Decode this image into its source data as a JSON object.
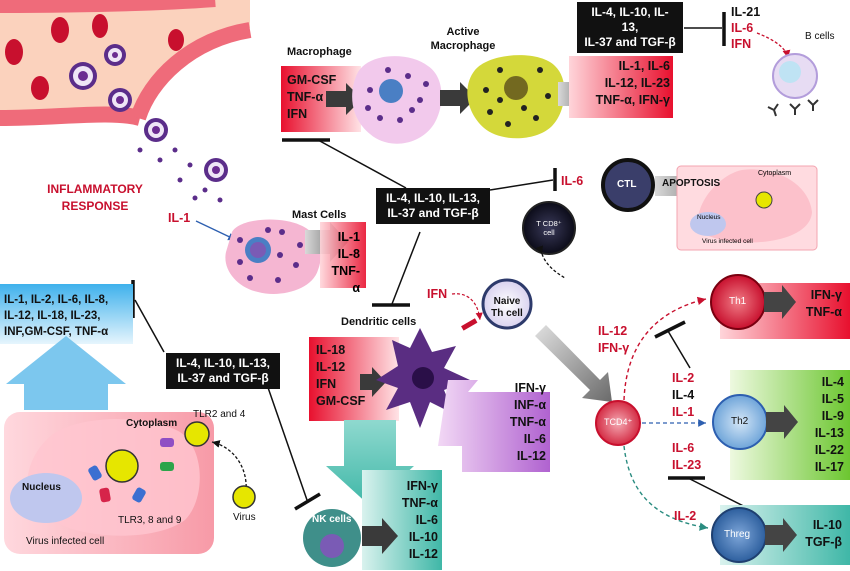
{
  "texts": {
    "inflammatory_1": "INFLAMMATORY",
    "inflammatory_2": "RESPONSE",
    "il1": "IL-1",
    "mast_cells": "Mast Cells",
    "mast_out": [
      "IL-1",
      "IL-8",
      "TNF-α"
    ],
    "macrophage": "Macrophage",
    "macrophage_in": [
      "GM-CSF",
      "TNF-α",
      "IFN"
    ],
    "active_macrophage_1": "Active",
    "active_macrophage_2": "Macrophage",
    "active_out": [
      "IL-1, IL-6",
      "IL-12, IL-23",
      "TNF-α, IFN-γ"
    ],
    "top_inhib": [
      "IL-4, IL-10, IL-13,",
      "IL-37 and TGF-β"
    ],
    "bcell_list": [
      "IL-21",
      "IL-6",
      "IFN"
    ],
    "b_cells": "B cells",
    "mid_inhib": [
      "IL-4, IL-10, IL-13,",
      "IL-37 and TGF-β"
    ],
    "il6_ctl": "IL-6",
    "ctl": "CTL",
    "apoptosis": "APOPTOSIS",
    "cytoplasm_small": "Cytoplasm",
    "nucleus_small": "Nucleus",
    "virus_infected_small": "Virus infected cell",
    "tcd8_1": "T CD8⁺",
    "tcd8_2": "cell",
    "ifn_naive": "IFN",
    "naive_1": "Naive",
    "naive_2": "Th cell",
    "dendritic_cells": "Dendritic cells",
    "dc_in": [
      "IL-18",
      "IL-12",
      "IFN",
      "GM-CSF"
    ],
    "dc_out": [
      "IFN-γ",
      "INF-α",
      "TNF-α",
      "IL-6",
      "IL-12"
    ],
    "left_list": [
      "IL-1, IL-2, IL-6, IL-8,",
      "IL-12, IL-18, IL-23,",
      "INF,GM-CSF, TNF-α"
    ],
    "left_inhib": [
      "IL-4, IL-10, IL-13,",
      "IL-37 and TGF-β"
    ],
    "cytoplasm": "Cytoplasm",
    "tlr24": "TLR2 and 4",
    "nucleus": "Nucleus",
    "tlr389": "TLR3, 8 and 9",
    "virus_infected": "Virus infected cell",
    "virus": "Virus",
    "nk_cells": "NK cells",
    "nk_out": [
      "IFN-γ",
      "TNF-α",
      "IL-6",
      "IL-10",
      "IL-12"
    ],
    "th1_drivers": [
      "IL-12",
      "IFN-γ"
    ],
    "th2_drivers_red1": "IL-2",
    "th2_drivers_dark": [
      "IL-4"
    ],
    "th2_drivers_red2": "IL-1",
    "treg_drivers": [
      "IL-6",
      "IL-23"
    ],
    "il2_treg": "IL-2",
    "tcd4": "TCD4⁺",
    "th1": "Th1",
    "th1_out": [
      "IFN-γ",
      "TNF-α"
    ],
    "th2": "Th2",
    "th2_out": [
      "IL-4",
      "IL-5",
      "IL-9",
      "IL-13",
      "IL-22",
      "IL-17"
    ],
    "treg": "Threg",
    "treg_out": [
      "IL-10",
      "TGF-β"
    ]
  },
  "colors": {
    "red": "#c8102e",
    "vessel": "#fbd2bd",
    "macrophage": "#f2c9ec",
    "active_macrophage": "#d4d83a",
    "mast": "#f5b6d2",
    "dendritic": "#5a2d82",
    "nk": "#3f8f8a",
    "th_red": "#d0102a",
    "th2_blue": "#4a8ac4",
    "treg_blue": "#2d5f9e"
  }
}
